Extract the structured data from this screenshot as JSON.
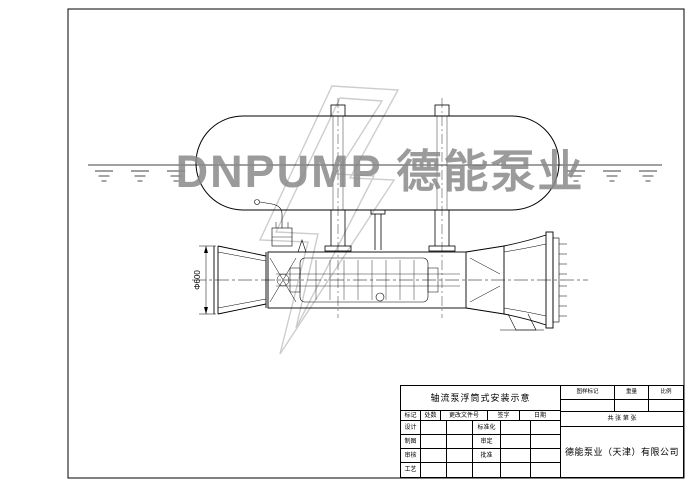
{
  "watermark": {
    "brand": "DNPUMP 德能泵业",
    "color": "#8a8a8a",
    "logo_color": "#cdcdcd"
  },
  "drawing": {
    "dimension_label": "Φ600"
  },
  "title_block": {
    "title": "轴流泵浮筒式安装示意",
    "revision_headers": [
      "标记",
      "处数",
      "更改文件号",
      "签字",
      "日期"
    ],
    "left_labels": [
      "设计",
      "制图",
      "审核",
      "工艺"
    ],
    "mid_labels": [
      "标准化",
      "审定",
      "批准"
    ],
    "right_headers": [
      "图样标记",
      "重量",
      "比例"
    ],
    "sheet_info": "共 张 第 张",
    "company": "德能泵业（天津）有限公司"
  }
}
